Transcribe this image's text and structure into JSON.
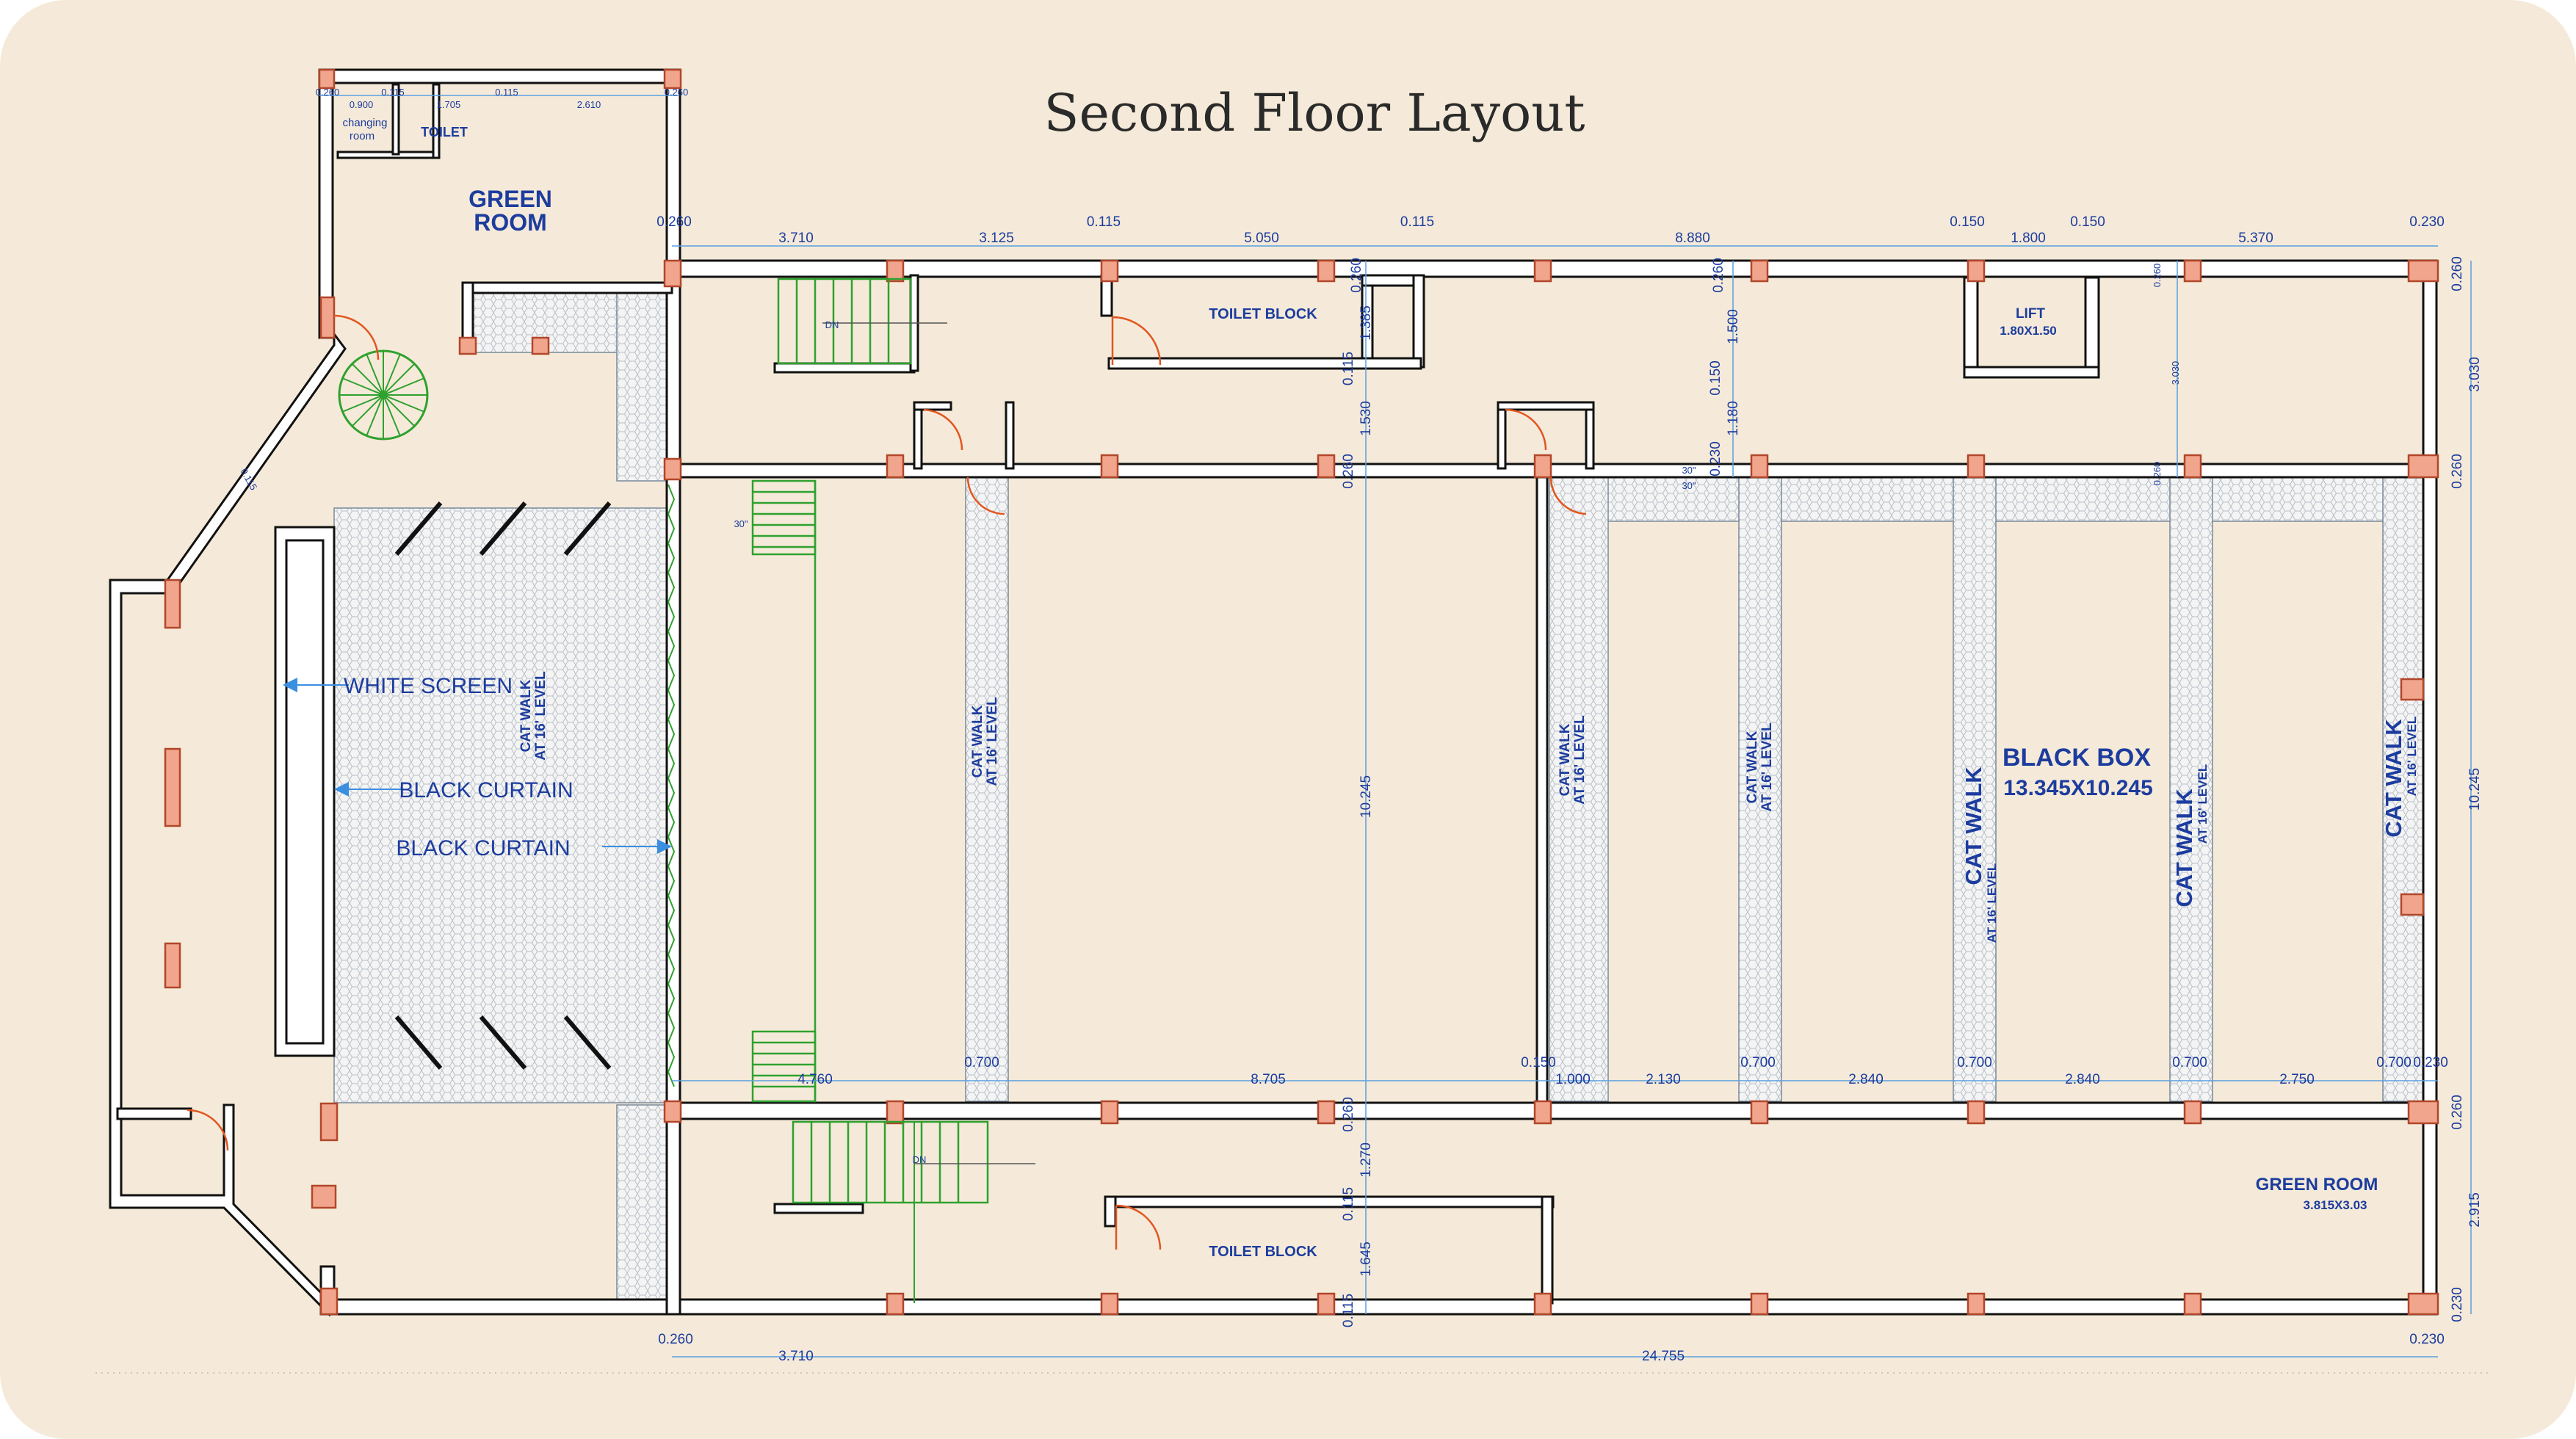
{
  "title": "Second Floor Layout",
  "colors": {
    "background": "#f5ead9",
    "wall": "#111111",
    "column": "#f0a58c",
    "dimension": "#1c3c9e",
    "stair": "#2fa12f",
    "door": "#e2561f"
  },
  "rooms": {
    "green_room_top": "GREEN\nROOM",
    "green_room_top_1": "GREEN",
    "green_room_top_2": "ROOM",
    "changing_1": "changing",
    "changing_2": "room",
    "toilet": "TOILET",
    "toilet_block_top": "TOILET BLOCK",
    "toilet_block_bottom": "TOILET BLOCK",
    "lift": "LIFT",
    "lift_size": "1.80X1.50",
    "black_box": "BLACK BOX",
    "black_box_size": "13.345X10.245",
    "green_room_br": "GREEN ROOM",
    "green_room_br_size": "3.815X3.03"
  },
  "stage": {
    "white_screen": "WHITE SCREEN",
    "black_curtain_1": "BLACK CURTAIN",
    "black_curtain_2": "BLACK CURTAIN"
  },
  "catwalks": {
    "cw_a_1": "CAT WALK",
    "cw_a_2": "AT 16' LEVEL",
    "cw_b_1": "CAT WALK",
    "cw_b_2": "AT 16' LEVEL",
    "cw_c_1": "CAT WALK",
    "cw_c_2": "AT 16' LEVEL",
    "cw_d_1": "CAT WALK",
    "cw_d_2": "AT 16' LEVEL",
    "cw_e_1": "CAT WALK",
    "cw_e_2": "AT 16' LEVEL",
    "cw_f_1": "CAT WALK",
    "cw_f_2": "AT 16' LEVEL",
    "cw_g_1": "CAT WALK",
    "cw_g_2": "AT 16' LEVEL"
  },
  "dimensions": {
    "top": [
      "0.260",
      "3.710",
      "3.125",
      "0.115",
      "5.050",
      "0.115",
      "8.880",
      "0.150",
      "1.800",
      "0.150",
      "5.370",
      "0.230"
    ],
    "gr_top": [
      "0.260",
      "0.900",
      "0.115",
      "1.705",
      "0.115",
      "2.610",
      "0.260"
    ],
    "middle": [
      "4.760",
      "0.700",
      "8.705",
      "0.150",
      "1.000",
      "2.130",
      "0.700",
      "2.840",
      "0.700",
      "2.840",
      "0.700",
      "2.750",
      "0.700",
      "0.230"
    ],
    "bottom": [
      "0.260",
      "3.710",
      "24.755",
      "0.230"
    ],
    "right": [
      "0.260",
      "3.030",
      "0.260",
      "10.245",
      "0.260",
      "2.915",
      "0.230"
    ],
    "vertical_mid": [
      "0.260",
      "1.385",
      "0.115",
      "1.530",
      "0.260",
      "10.245",
      "0.260",
      "1.270",
      "0.115",
      "1.645",
      "0.115"
    ],
    "vertical_lift": [
      "0.260",
      "1.500",
      "0.150",
      "1.180",
      "0.230"
    ],
    "lift_v": "3.030",
    "misc": [
      "0.260",
      "0.260",
      "0.115",
      "30\"",
      "30\"",
      "30\"",
      "DN",
      "DN"
    ]
  }
}
